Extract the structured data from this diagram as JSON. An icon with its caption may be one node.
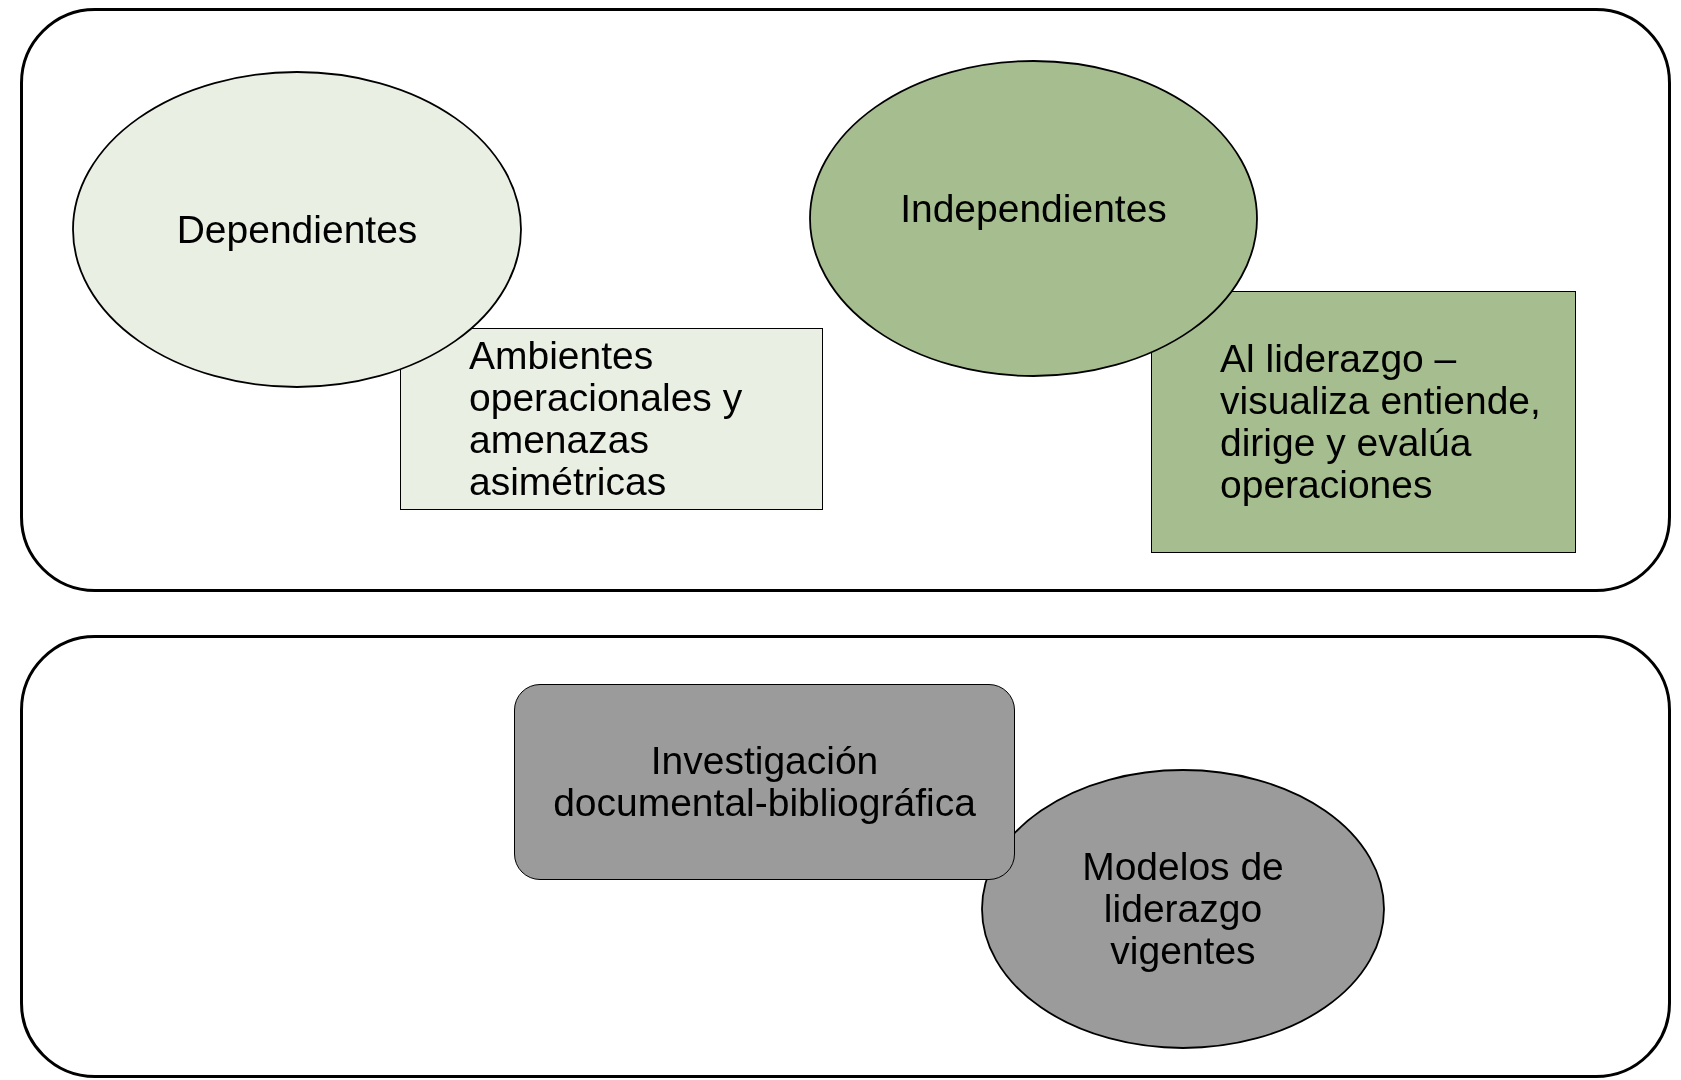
{
  "diagram": {
    "nodes": [
      {
        "text": [],
        "shape": "box"
      },
      {
        "text": [
          "Dependientes"
        ],
        "in": 0
      },
      {
        "text": [
          "Ambientes operacionales y amenazas asimétricas"
        ],
        "in": 0
      },
      {
        "text": [
          "Independientes"
        ],
        "in": 0
      },
      {
        "text": [
          "Al liderazgo – visualiza entiende, dirige y evalúa operaciones"
        ],
        "in": 0
      },
      {
        "text": [],
        "shape": "box"
      },
      {
        "text": [
          "Investigación documental-bibliográfica"
        ],
        "in": 5
      },
      {
        "text": [
          "Modelos de liderazgo vigentes"
        ],
        "in": 5
      }
    ]
  }
}
